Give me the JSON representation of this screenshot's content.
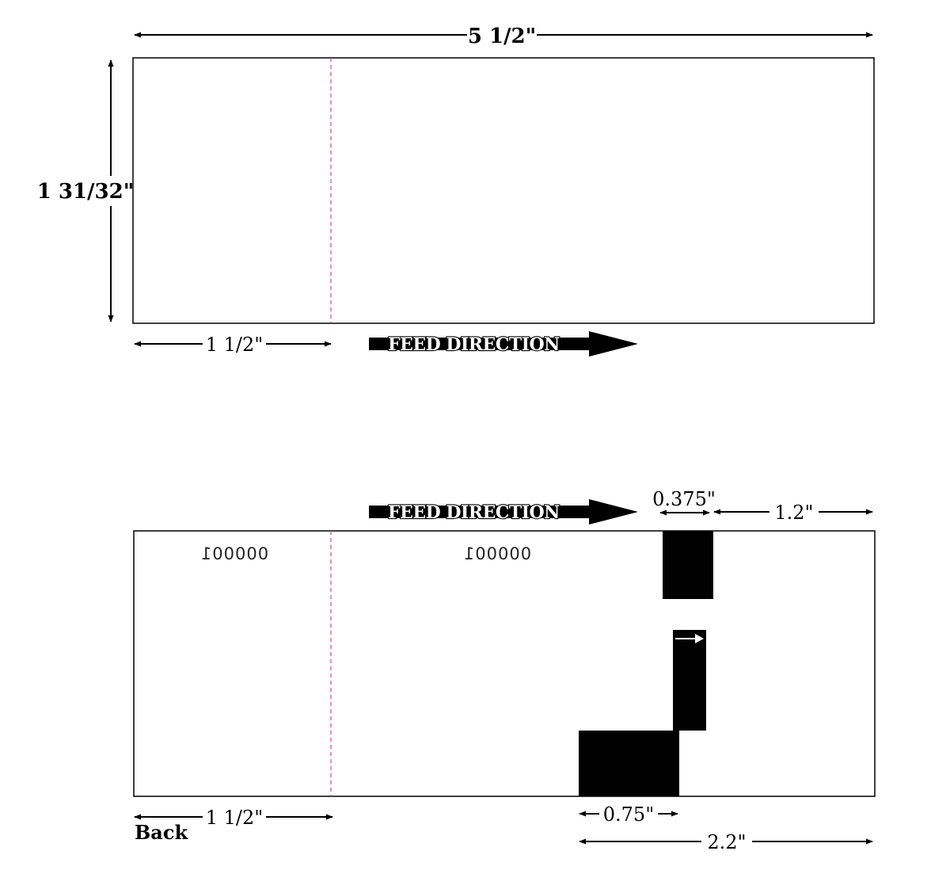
{
  "front": {
    "width_label": "5 1/2\"",
    "height_label": "1 31/32\"",
    "stub_label": "1 1/2\"",
    "feed_direction": "FEED DIRECTION",
    "perforation_color": "#e0457b"
  },
  "back": {
    "feed_direction": "FEED DIRECTION",
    "serial_stub": "000001",
    "serial_main": "000001",
    "mark_width_label": "0.375\"",
    "mark_offset_label": "1.2\"",
    "bottom_mark_label": "0.75\"",
    "bottom_offset_label": "2.2\"",
    "stub_label": "1 1/2\"",
    "side_label": "Back",
    "perforation_color": "#e0457b"
  }
}
